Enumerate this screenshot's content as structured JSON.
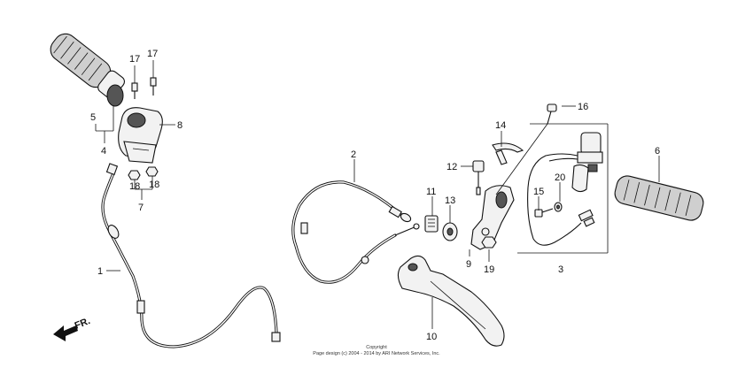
{
  "diagram": {
    "callouts": {
      "c1": "1",
      "c2": "2",
      "c3": "3",
      "c4": "4",
      "c5": "5",
      "c6": "6",
      "c7": "7",
      "c8": "8",
      "c9": "9",
      "c10": "10",
      "c11": "11",
      "c12": "12",
      "c13": "13",
      "c14": "14",
      "c15": "15",
      "c16": "16",
      "c17a": "17",
      "c17b": "17",
      "c18a": "18",
      "c18b": "18",
      "c19": "19",
      "c20": "20"
    },
    "direction_label": "FR.",
    "copyright_title": "Copyright",
    "copyright_line": "Page design (c) 2004 - 2014 by ARI Network Services, Inc."
  }
}
